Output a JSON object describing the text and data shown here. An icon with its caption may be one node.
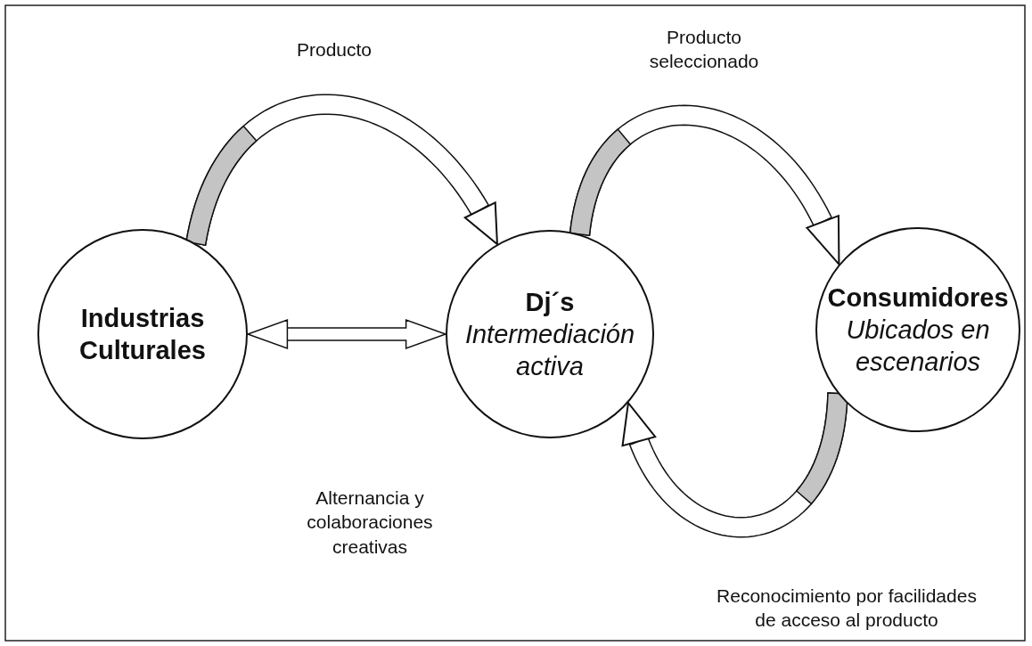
{
  "diagram": {
    "nodes": [
      {
        "text": [
          "Industrias Culturales"
        ]
      },
      {
        "text": [
          "Dj´s",
          "Intermediación activa"
        ]
      },
      {
        "text": [
          "Consumidores",
          "Ubicados en escenarios"
        ]
      }
    ],
    "edges": [
      {
        "from": 0,
        "to": 1,
        "arrow": "to"
      },
      {
        "from": 1,
        "to": 2,
        "arrow": "to"
      },
      {
        "from": 2,
        "to": 1,
        "arrow": "to"
      },
      {
        "from": 0,
        "to": 1,
        "arrow": "both"
      }
    ],
    "labels": [
      "Producto",
      "Producto seleccionado",
      "Alternancia y colaboraciones creativas",
      "Reconocimiento por facilidades de acceso al producto"
    ]
  }
}
